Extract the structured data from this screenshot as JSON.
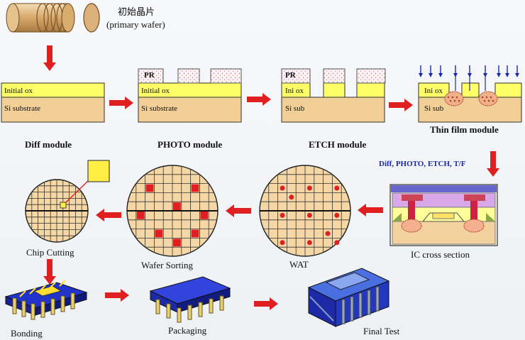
{
  "top": {
    "chinese_label": "初始晶片",
    "english_label": "(primary wafer)"
  },
  "layers": {
    "initial_ox": "Initial ox",
    "si_substrate": "Si substrate",
    "pr": "PR",
    "ini_ox": "Ini ox",
    "si_sub": "Si sub"
  },
  "modules": {
    "thin_film": "Thin film module",
    "diff": "Diff module",
    "photo": "PHOTO module",
    "etch": "ETCH module",
    "combined": "Diff, PHOTO, ETCH, T/F"
  },
  "steps": {
    "ic_cross_section": "IC cross section",
    "wat": "WAT",
    "wafer_sorting": "Wafer Sorting",
    "chip_cutting": "Chip Cutting",
    "bonding": "Bonding",
    "packaging": "Packaging",
    "final_test": "Final Test"
  },
  "colors": {
    "oxide_yellow": "#ffff66",
    "substrate_tan": "#f2cf96",
    "arrow_red": "#e02020",
    "chip_blue": "#2233cc",
    "pin_gold": "#e8d070",
    "wafer_fill": "#f5d7a6",
    "defect_red": "#e02020"
  }
}
